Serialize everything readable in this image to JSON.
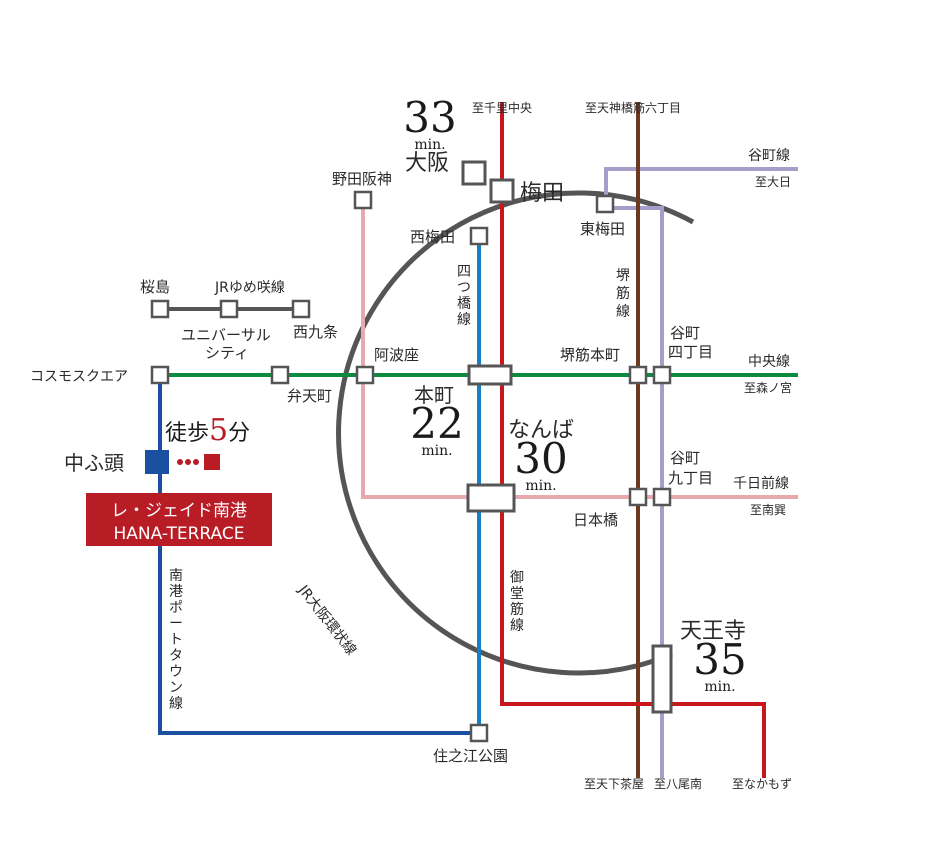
{
  "stations": {
    "osaka": "大阪",
    "umeda": "梅田",
    "higashi_umeda": "東梅田",
    "nishi_umeda": "西梅田",
    "noda_hanshin": "野田阪神",
    "sakurajima": "桜島",
    "jr_yumesaki": "JRゆめ咲線",
    "universal_city_1": "ユニバーサル",
    "universal_city_2": "シティ",
    "nishikujo": "西九条",
    "cosmo_square": "コスモスクエア",
    "bentencho": "弁天町",
    "awaza": "阿波座",
    "honmachi": "本町",
    "sakaisuji_honmachi": "堺筋本町",
    "tanimachi_4_1": "谷町",
    "tanimachi_4_2": "四丁目",
    "namba": "なんば",
    "nipponbashi": "日本橋",
    "tanimachi_9_1": "谷町",
    "tanimachi_9_2": "九丁目",
    "tennoji": "天王寺",
    "suminoe_koen": "住之江公園",
    "nakafuto": "中ふ頭"
  },
  "lines": {
    "yotsubashi": [
      "四",
      "つ",
      "橋",
      "線"
    ],
    "sakaisuji": [
      "堺",
      "筋",
      "線"
    ],
    "midosuji": [
      "御",
      "堂",
      "筋",
      "線"
    ],
    "nanko_port_town": [
      "南",
      "港",
      "ポ",
      "ー",
      "ト",
      "タ",
      "ウ",
      "ン",
      "線"
    ],
    "jr_loop": "JR大阪環状線",
    "tanimachi": "谷町線",
    "chuo": "中央線",
    "sennichimae": "千日前線"
  },
  "directions": {
    "senri_chuo": "至千里中央",
    "tenjinbashi": "至天神橋筋六丁目",
    "dainichi": "至大日",
    "morinomiya": "至森ノ宮",
    "minami_tatsumi": "至南巽",
    "tengachaya": "至天下茶屋",
    "yaominami": "至八尾南",
    "nakamozu": "至なかもず"
  },
  "times": {
    "osaka": {
      "num": "33",
      "unit": "min."
    },
    "honmachi": {
      "num": "22",
      "unit": "min."
    },
    "namba": {
      "num": "30",
      "unit": "min."
    },
    "tennoji": {
      "num": "35",
      "unit": "min."
    }
  },
  "walk": {
    "prefix": "徒歩",
    "num": "5",
    "suffix": "分"
  },
  "property": {
    "name": "レ・ジェイド南港",
    "sub": "HANA-TERRACE"
  },
  "colors": {
    "jr_loop": "#555555",
    "midosuji": "#c8161d",
    "yotsubashi": "#1a7fc1",
    "sakaisuji": "#6b3a1f",
    "tanimachi": "#a89dc8",
    "chuo": "#0d8a3e",
    "sennichimae": "#e7a9ae",
    "nanko": "#1b4fa0",
    "property": "#b81c25"
  }
}
